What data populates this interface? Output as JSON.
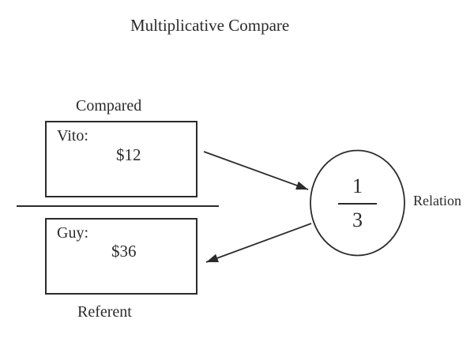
{
  "title": "Multiplicative Compare",
  "compared_box": {
    "label": "Compared",
    "name": "Vito:",
    "amount": "$12"
  },
  "referent_box": {
    "label": "Referent",
    "name": "Guy:",
    "amount": "$36"
  },
  "relation": {
    "label": "Relation",
    "fraction": {
      "numerator": "1",
      "denominator": "3"
    }
  },
  "colors": {
    "ink": "#2b2b2b",
    "background": "#ffffff"
  }
}
